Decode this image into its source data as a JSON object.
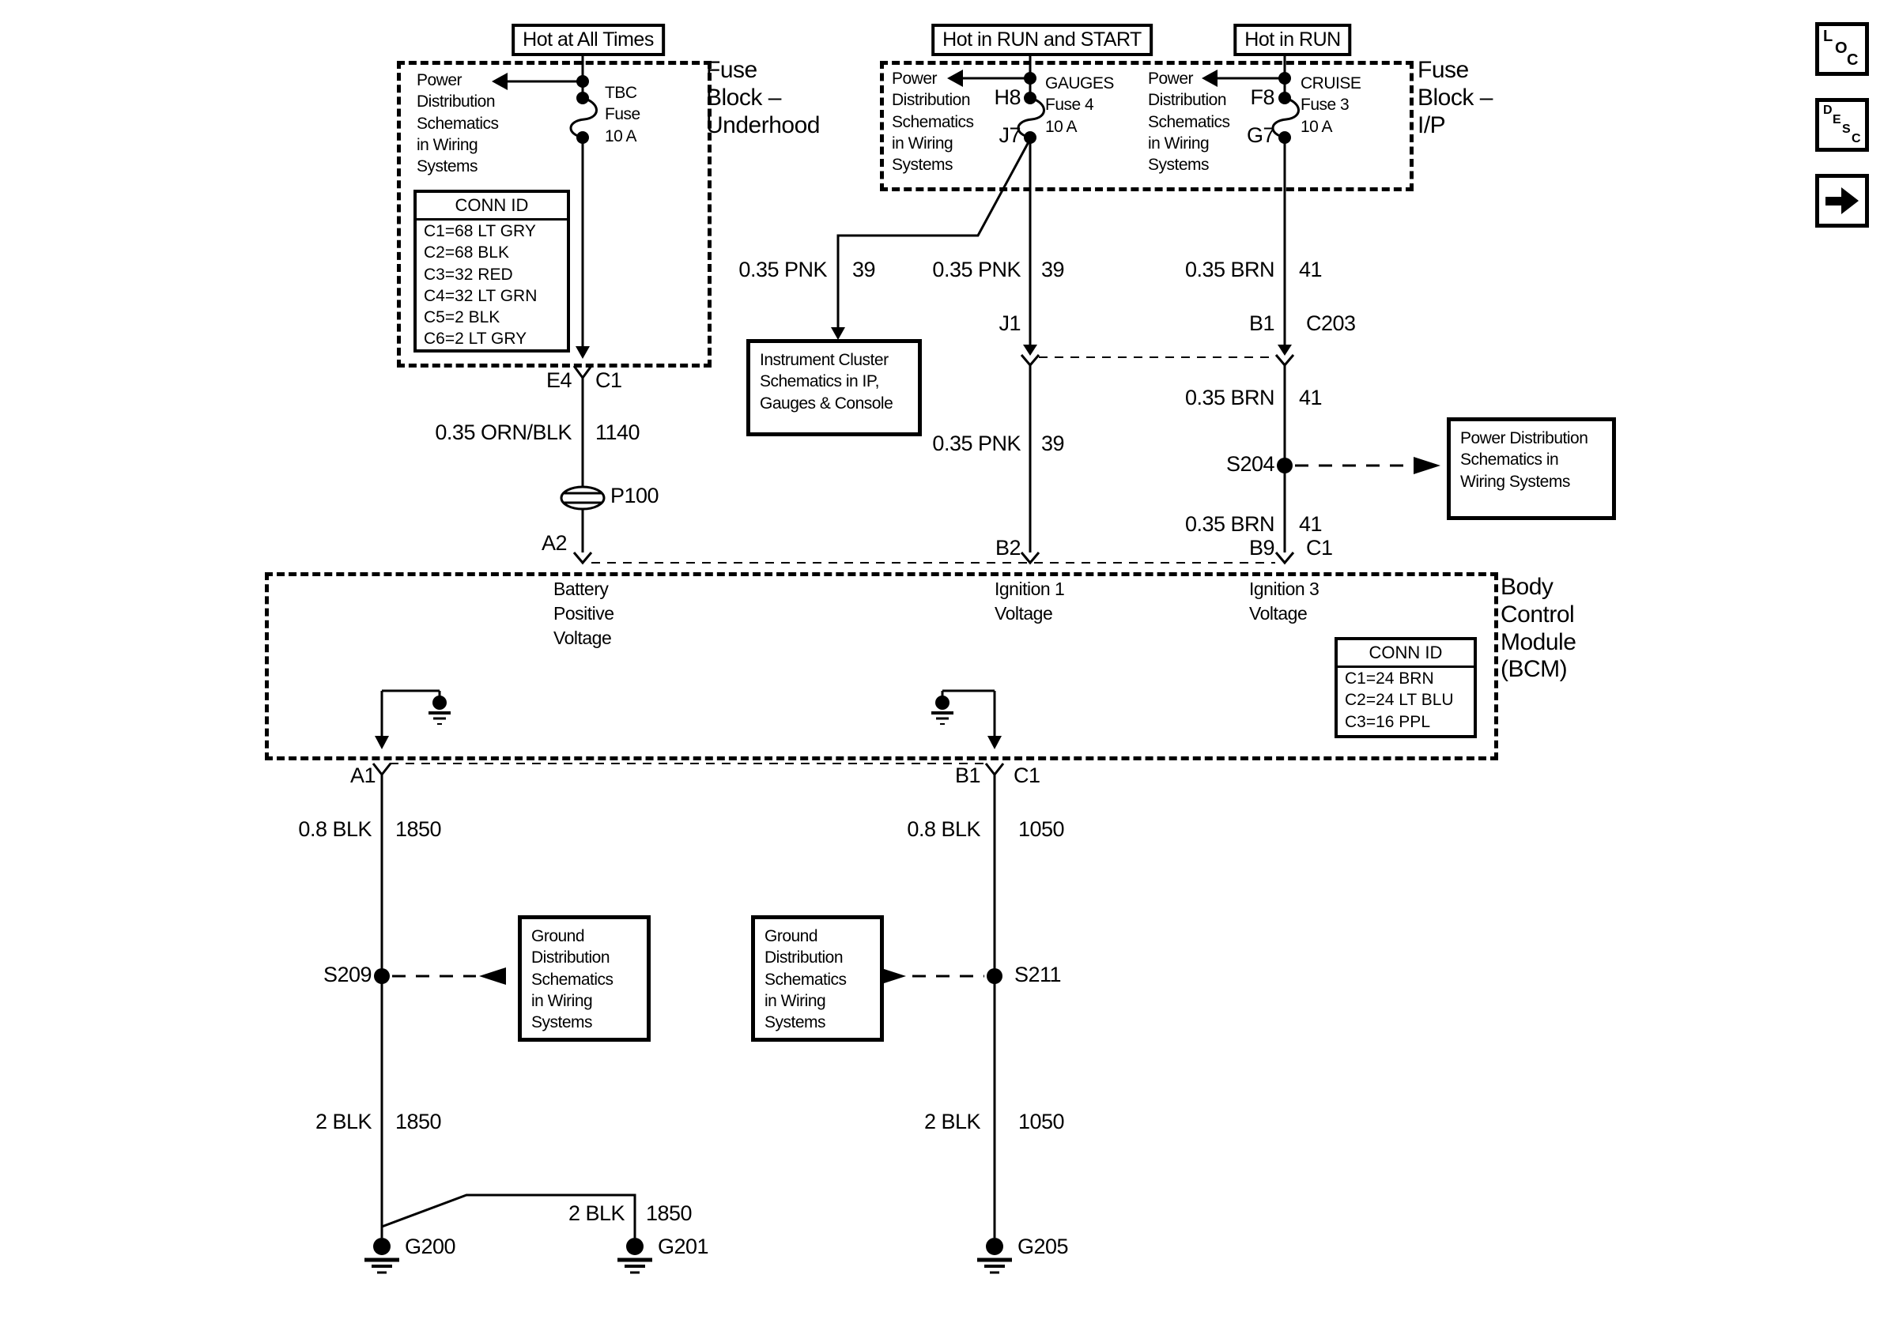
{
  "colors": {
    "ink": "#000000",
    "paper": "#ffffff"
  },
  "buttons": {
    "loc": "LOC",
    "desc": "DESC",
    "next": "right-arrow"
  },
  "banners": {
    "all_times": "Hot at All Times",
    "run_start": "Hot in RUN and START",
    "run": "Hot in RUN"
  },
  "fuse_blocks": {
    "underhood": {
      "label": "Fuse\nBlock –\nUnderhood",
      "ref": "Power\nDistribution\nSchematics\nin Wiring\nSystems",
      "fuse_name": "TBC\nFuse\n10 A",
      "conn_id": {
        "title": "CONN ID",
        "rows": [
          "C1=68 LT GRY",
          "C2=68 BLK",
          "C3=32 RED",
          "C4=32 LT GRN",
          "C5=2 BLK",
          "C6=2 LT GRY"
        ]
      }
    },
    "ip": {
      "label": "Fuse\nBlock –\nI/P",
      "gauges": {
        "ref": "Power\nDistribution\nSchematics\nin Wiring\nSystems",
        "top_pin": "H8",
        "bottom_pin": "J7",
        "fuse_name": "GAUGES\nFuse 4\n10 A"
      },
      "cruise": {
        "ref": "Power\nDistribution\nSchematics\nin Wiring\nSystems",
        "top_pin": "F8",
        "bottom_pin": "G7",
        "fuse_name": "CRUISE\nFuse 3\n10 A"
      }
    }
  },
  "wires": {
    "orn_blk": {
      "spec": "0.35 ORN/BLK",
      "circuit": "1140"
    },
    "pnk": {
      "spec": "0.35 PNK",
      "circuit": "39"
    },
    "brn": {
      "spec": "0.35 BRN",
      "circuit": "41"
    },
    "blk_08_1850": {
      "spec": "0.8 BLK",
      "circuit": "1850"
    },
    "blk_08_1050": {
      "spec": "0.8 BLK",
      "circuit": "1050"
    },
    "blk_2_1850": {
      "spec": "2 BLK",
      "circuit": "1850"
    },
    "blk_2_1050": {
      "spec": "2 BLK",
      "circuit": "1050"
    }
  },
  "pins": {
    "e4": "E4",
    "c1": "C1",
    "a2": "A2",
    "j1": "J1",
    "b1": "B1",
    "c203": "C203",
    "b2": "B2",
    "b9": "B9",
    "a1": "A1"
  },
  "grommet": "P100",
  "splices": {
    "s204": "S204",
    "s209": "S209",
    "s211": "S211"
  },
  "grounds": {
    "g200": "G200",
    "g201": "G201",
    "g205": "G205"
  },
  "ref_boxes": {
    "instrument": "Instrument Cluster\nSchematics in IP,\nGauges & Console",
    "power_dist": "Power Distribution\nSchematics in\nWiring Systems",
    "ground_dist": "Ground\nDistribution\nSchematics\nin Wiring\nSystems"
  },
  "bcm": {
    "label": "Body\nControl\nModule\n(BCM)",
    "inputs": {
      "battery": "Battery\nPositive\nVoltage",
      "ign1": "Ignition 1\nVoltage",
      "ign3": "Ignition 3\nVoltage"
    },
    "conn_id": {
      "title": "CONN ID",
      "rows": [
        "C1=24 BRN",
        "C2=24 LT BLU",
        "C3=16 PPL"
      ]
    }
  }
}
